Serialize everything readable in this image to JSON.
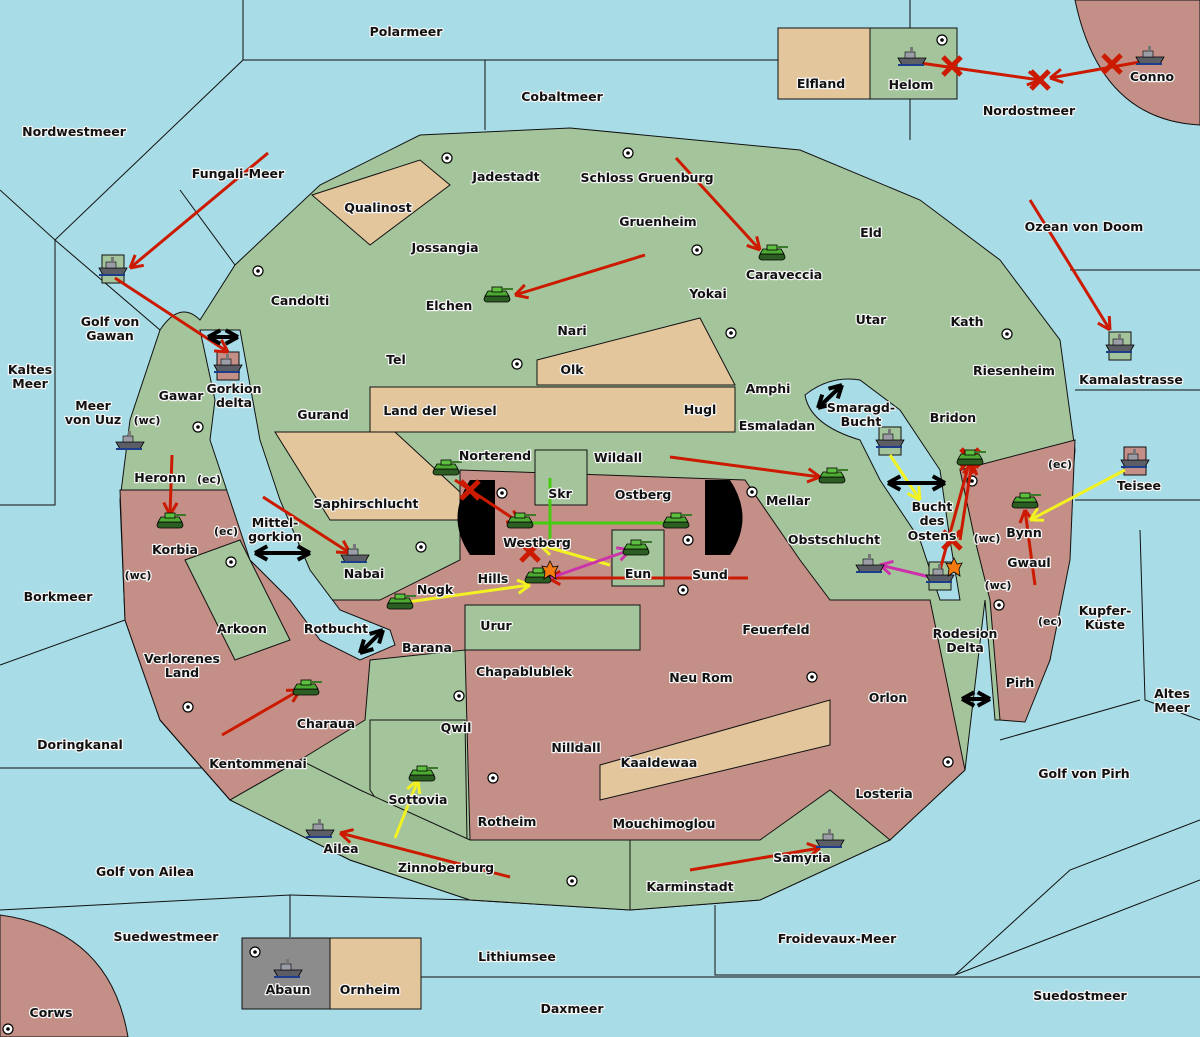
{
  "colors": {
    "sea": "#a8dce6",
    "neutral_land": "#a4c59b",
    "red_player": "#c48f86",
    "tan_land": "#e4c69d",
    "gray_land": "#8c8c8c",
    "move_red": "#cc1a00",
    "move_yellow": "#f2f222",
    "move_magenta": "#cc33aa",
    "support_green": "#44cc11",
    "army_green": "#3f9a2c",
    "fleet_gray": "#6d6f78"
  },
  "territories": [
    "Polarmeer",
    "Cobaltmeer",
    "Elfland",
    "Helom",
    "Nordostmeer",
    "Conno",
    "Nordwestmeer",
    "Fungali-Meer",
    "Jadestadt",
    "Schloss Gruenburg",
    "Qualinost",
    "Gruenheim",
    "Eld",
    "Ozean von Doom",
    "Jossangia",
    "Caraveccia",
    "Candolti",
    "Elchen",
    "Yokai",
    "Golf von",
    "Gawan",
    "Utar",
    "Kath",
    "Nari",
    "Tel",
    "Olk",
    "Kaltes",
    "Meer",
    "Riesenheim",
    "Kamalastrasse",
    "Gorkion",
    "delta",
    "Gawar",
    "Amphi",
    "Smaragd-",
    "Bucht",
    "Meer",
    "von Uuz",
    "(wc)",
    "Gurand",
    "Land der Wiesel",
    "Hugl",
    "Bridon",
    "Esmaladan",
    "Norterend",
    "Wildall",
    "Heronn",
    "(ec)",
    "Teisee",
    "(ec)",
    "Skr",
    "Ostberg",
    "Mellar",
    "Saphirschlucht",
    "Bucht",
    "des",
    "Ostens",
    "Mittel-",
    "gorkion",
    "(ec)",
    "Korbia",
    "Westberg",
    "Obstschlucht",
    "Bynn",
    "(wc)",
    "Nabai",
    "(wc)",
    "Hills",
    "Eun",
    "Sund",
    "Gwaul",
    "Nogk",
    "(wc)",
    "Borkmeer",
    "Urur",
    "Rotbucht",
    "Arkoon",
    "Feuerfeld",
    "Kupfer-",
    "Küste",
    "(ec)",
    "Barana",
    "Rodesion",
    "Delta",
    "Verlorenes",
    "Land",
    "Chapablublek",
    "Neu Rom",
    "Pirh",
    "Orlon",
    "Altes",
    "Meer",
    "Charaua",
    "Qwil",
    "Nilldall",
    "Doringkanal",
    "Kentommenai",
    "Kaaldewaa",
    "Golf von Pirh",
    "Losteria",
    "Sottovia",
    "Rotheim",
    "Mouchimoglou",
    "Ailea",
    "Samyria",
    "Zinnoberburg",
    "Golf von Ailea",
    "Karminstadt",
    "Suedwestmeer",
    "Froidevaux-Meer",
    "Lithiumsee",
    "Abaun",
    "Ornheim",
    "Daxmeer",
    "Suedostmeer",
    "Corws"
  ],
  "icons": {
    "army": "tank-icon",
    "fleet": "battleship-icon",
    "supply_center": "supply-center-icon",
    "dislodged": "explosion-icon",
    "failed": "red-x-icon",
    "convoy": "double-arrow-icon"
  }
}
